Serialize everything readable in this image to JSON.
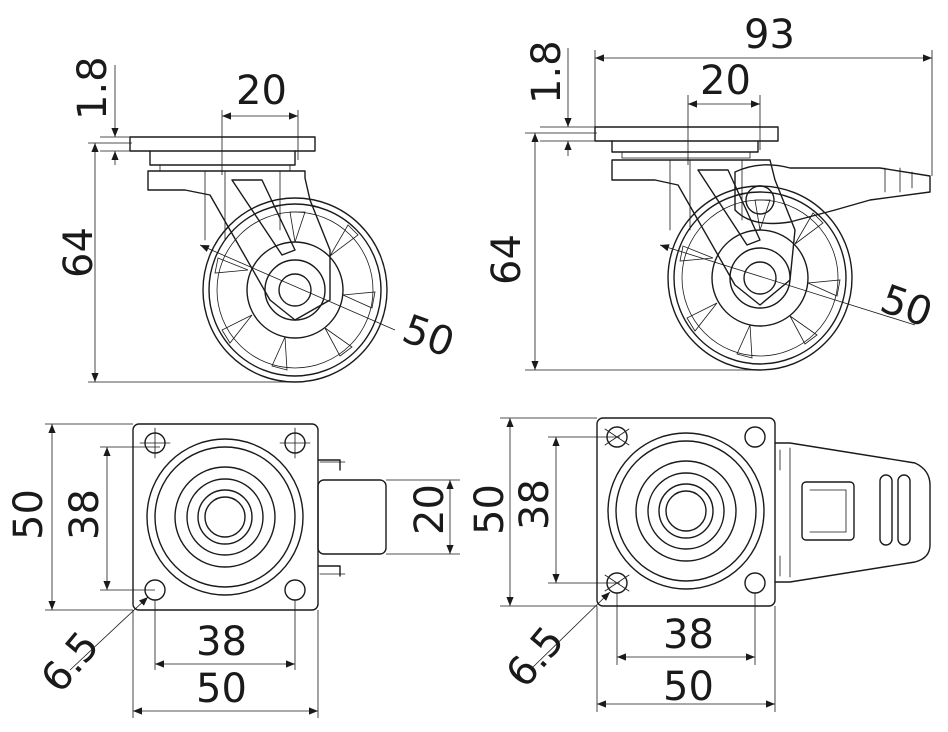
{
  "colors": {
    "line": "#1a1a1a",
    "background": "#ffffff"
  },
  "views": {
    "side_swivel": {
      "plate_thickness": "1.8",
      "plate_center": "20",
      "height": "64",
      "wheel_diameter": "50"
    },
    "side_brake": {
      "overall_length": "93",
      "plate_thickness": "1.8",
      "plate_center": "20",
      "height": "64",
      "wheel_diameter": "50"
    },
    "top_swivel": {
      "plate_height": "50",
      "hole_spacing_v": "38",
      "wheel_width": "20",
      "hole_diameter": "6.5",
      "hole_spacing_h": "38",
      "plate_width": "50"
    },
    "top_brake": {
      "plate_height": "50",
      "hole_spacing_v": "38",
      "hole_diameter": "6.5",
      "hole_spacing_h": "38",
      "plate_width": "50"
    }
  }
}
